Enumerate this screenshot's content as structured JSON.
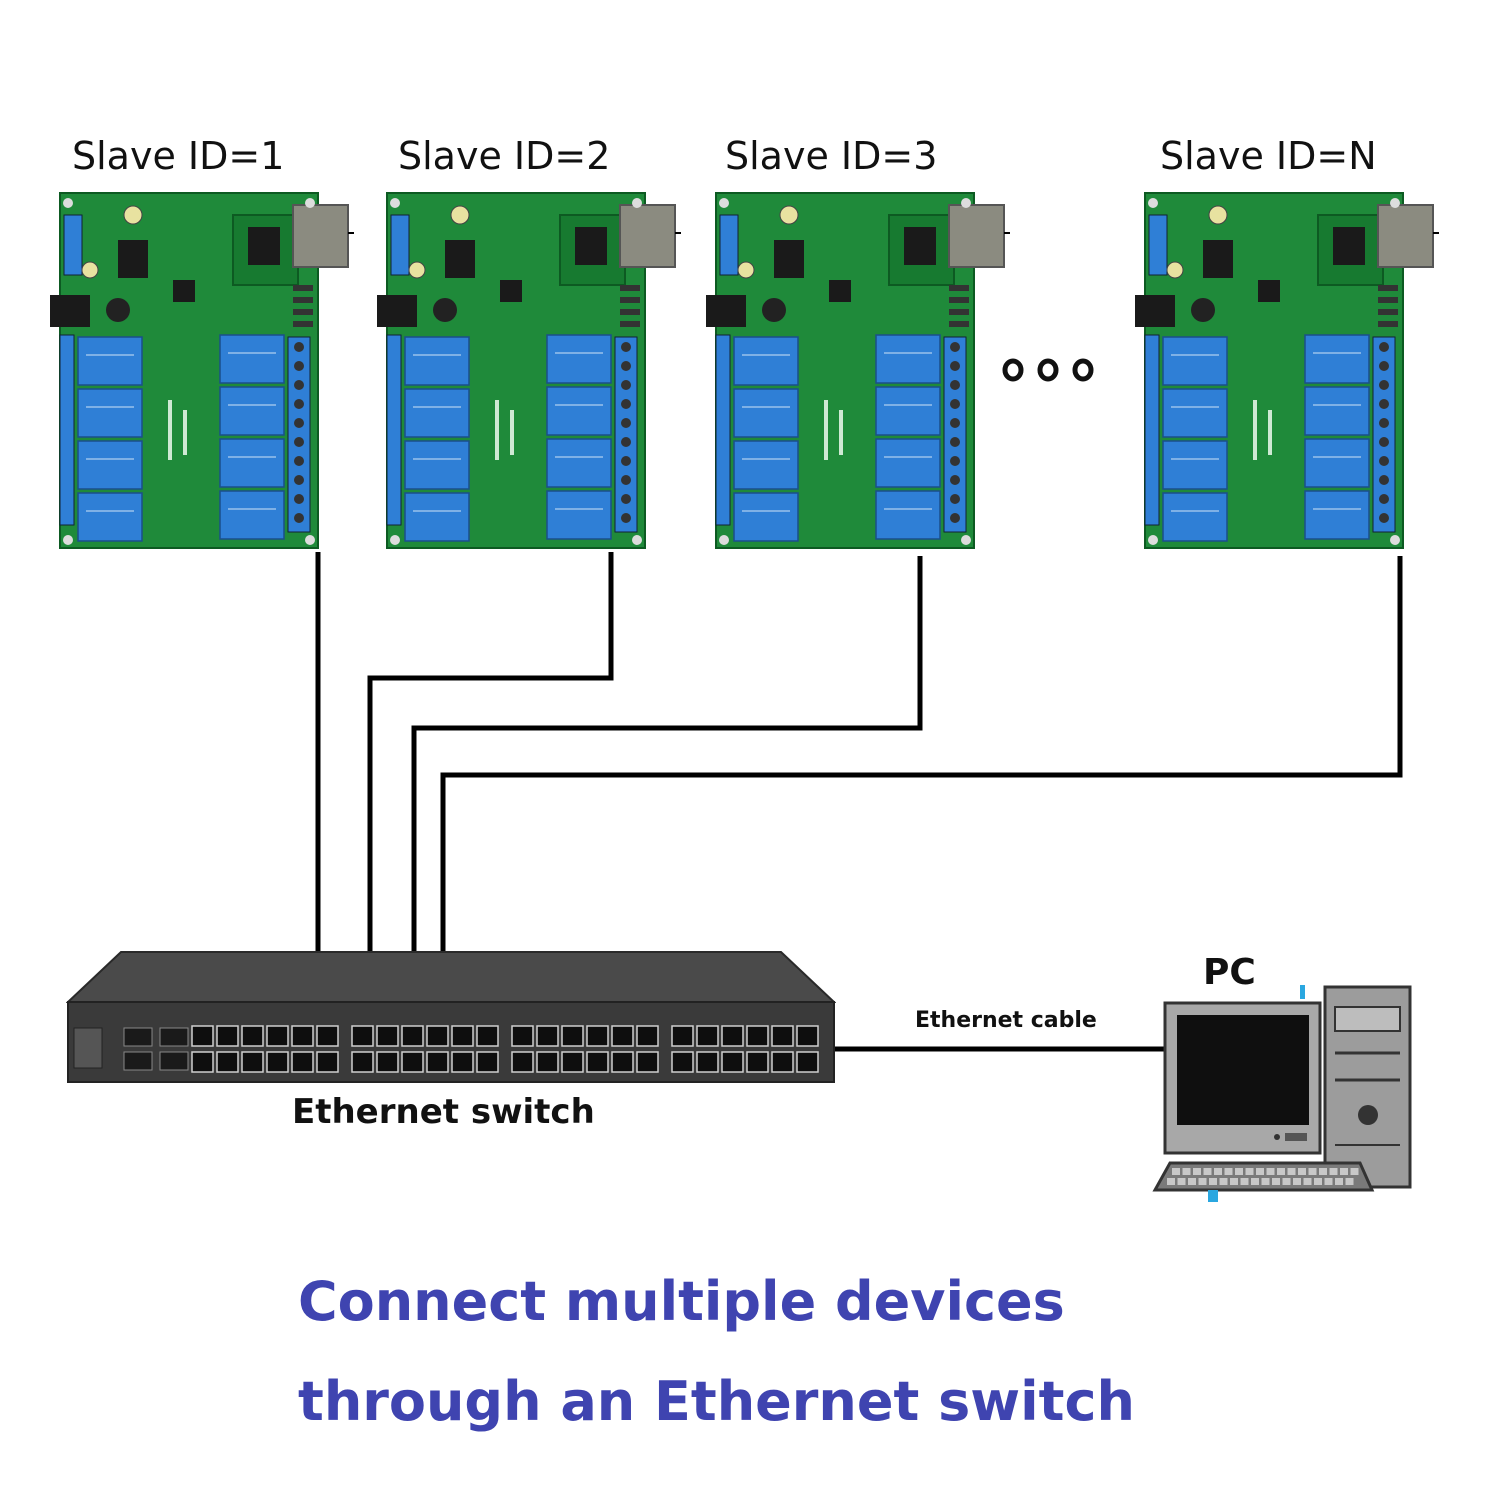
{
  "slaves": [
    {
      "label": "Slave ID=1"
    },
    {
      "label": "Slave ID=2"
    },
    {
      "label": "Slave ID=3"
    },
    {
      "label": "Slave ID=N"
    }
  ],
  "ellipsis": "ooo",
  "switch_label": "Ethernet switch",
  "pc_label": "PC",
  "cable_label": "Ethernet cable",
  "caption": {
    "line1": "Connect multiple devices",
    "line2": "through an Ethernet switch"
  },
  "colors": {
    "pcb": "#1f8a3a",
    "relay": "#2f7fd6",
    "caption": "#3f44b0",
    "wire": "#000000",
    "switch_body": "#3a3a3a"
  },
  "icons": [
    "relay-board-icon",
    "ethernet-switch-icon",
    "pc-icon"
  ]
}
